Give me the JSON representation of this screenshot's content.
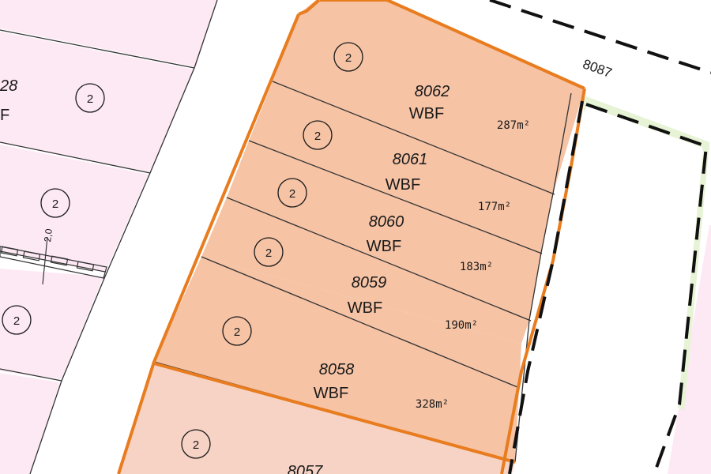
{
  "map": {
    "road_label": "8087",
    "dimension_label": "2,0",
    "zone_marker": "2",
    "parcels": [
      {
        "id": "8062",
        "use": "WBF",
        "area": "287m²"
      },
      {
        "id": "8061",
        "use": "WBF",
        "area": "177m²"
      },
      {
        "id": "8060",
        "use": "WBF",
        "area": "183m²"
      },
      {
        "id": "8059",
        "use": "WBF",
        "area": "190m²"
      },
      {
        "id": "8058",
        "use": "WBF",
        "area": "328m²"
      },
      {
        "id": "8057"
      }
    ],
    "left_parcels": [
      {
        "id_partial": "28",
        "use_partial": "F"
      }
    ],
    "colors": {
      "selected_fill": "#f6c3a5",
      "neighbour_fill": "#f7d3c5",
      "background_pink": "#fde9f4",
      "boundary_orange": "#e87c1e",
      "green_strip": "#e6f3d4"
    }
  }
}
